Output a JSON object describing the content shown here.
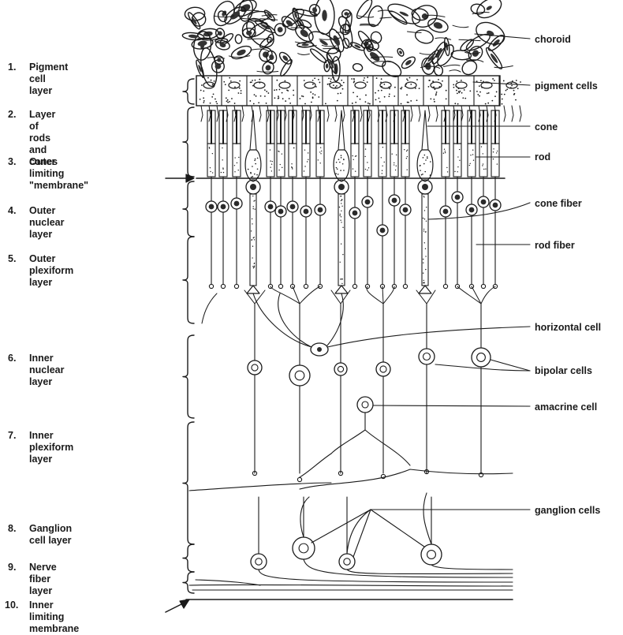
{
  "layers": [
    {
      "number": "1.",
      "text": "Pigment\ncell layer"
    },
    {
      "number": "2.",
      "text": "Layer of rods\nand cones"
    },
    {
      "number": "3.",
      "text": "Outer limiting\n\"membrane\""
    },
    {
      "number": "4.",
      "text": "Outer nuclear\nlayer"
    },
    {
      "number": "5.",
      "text": "Outer\nplexiform\nlayer"
    },
    {
      "number": "6.",
      "text": "Inner\nnuclear\nlayer"
    },
    {
      "number": "7.",
      "text": "Inner\nplexiform\nlayer"
    },
    {
      "number": "8.",
      "text": "Ganglion\ncell layer"
    },
    {
      "number": "9.",
      "text": "Nerve\nfiber layer"
    },
    {
      "number": "10.",
      "text": "Inner limiting\nmembrane"
    }
  ],
  "structures": {
    "choroid": "choroid",
    "pigment_cells": "pigment cells",
    "cone": "cone",
    "rod": "rod",
    "cone_fiber": "cone fiber",
    "rod_fiber": "rod fiber",
    "horizontal_cell": "horizontal cell",
    "bipolar_cells": "bipolar cells",
    "amacrine_cell": "amacrine cell",
    "ganglion_cells": "ganglion cells"
  }
}
